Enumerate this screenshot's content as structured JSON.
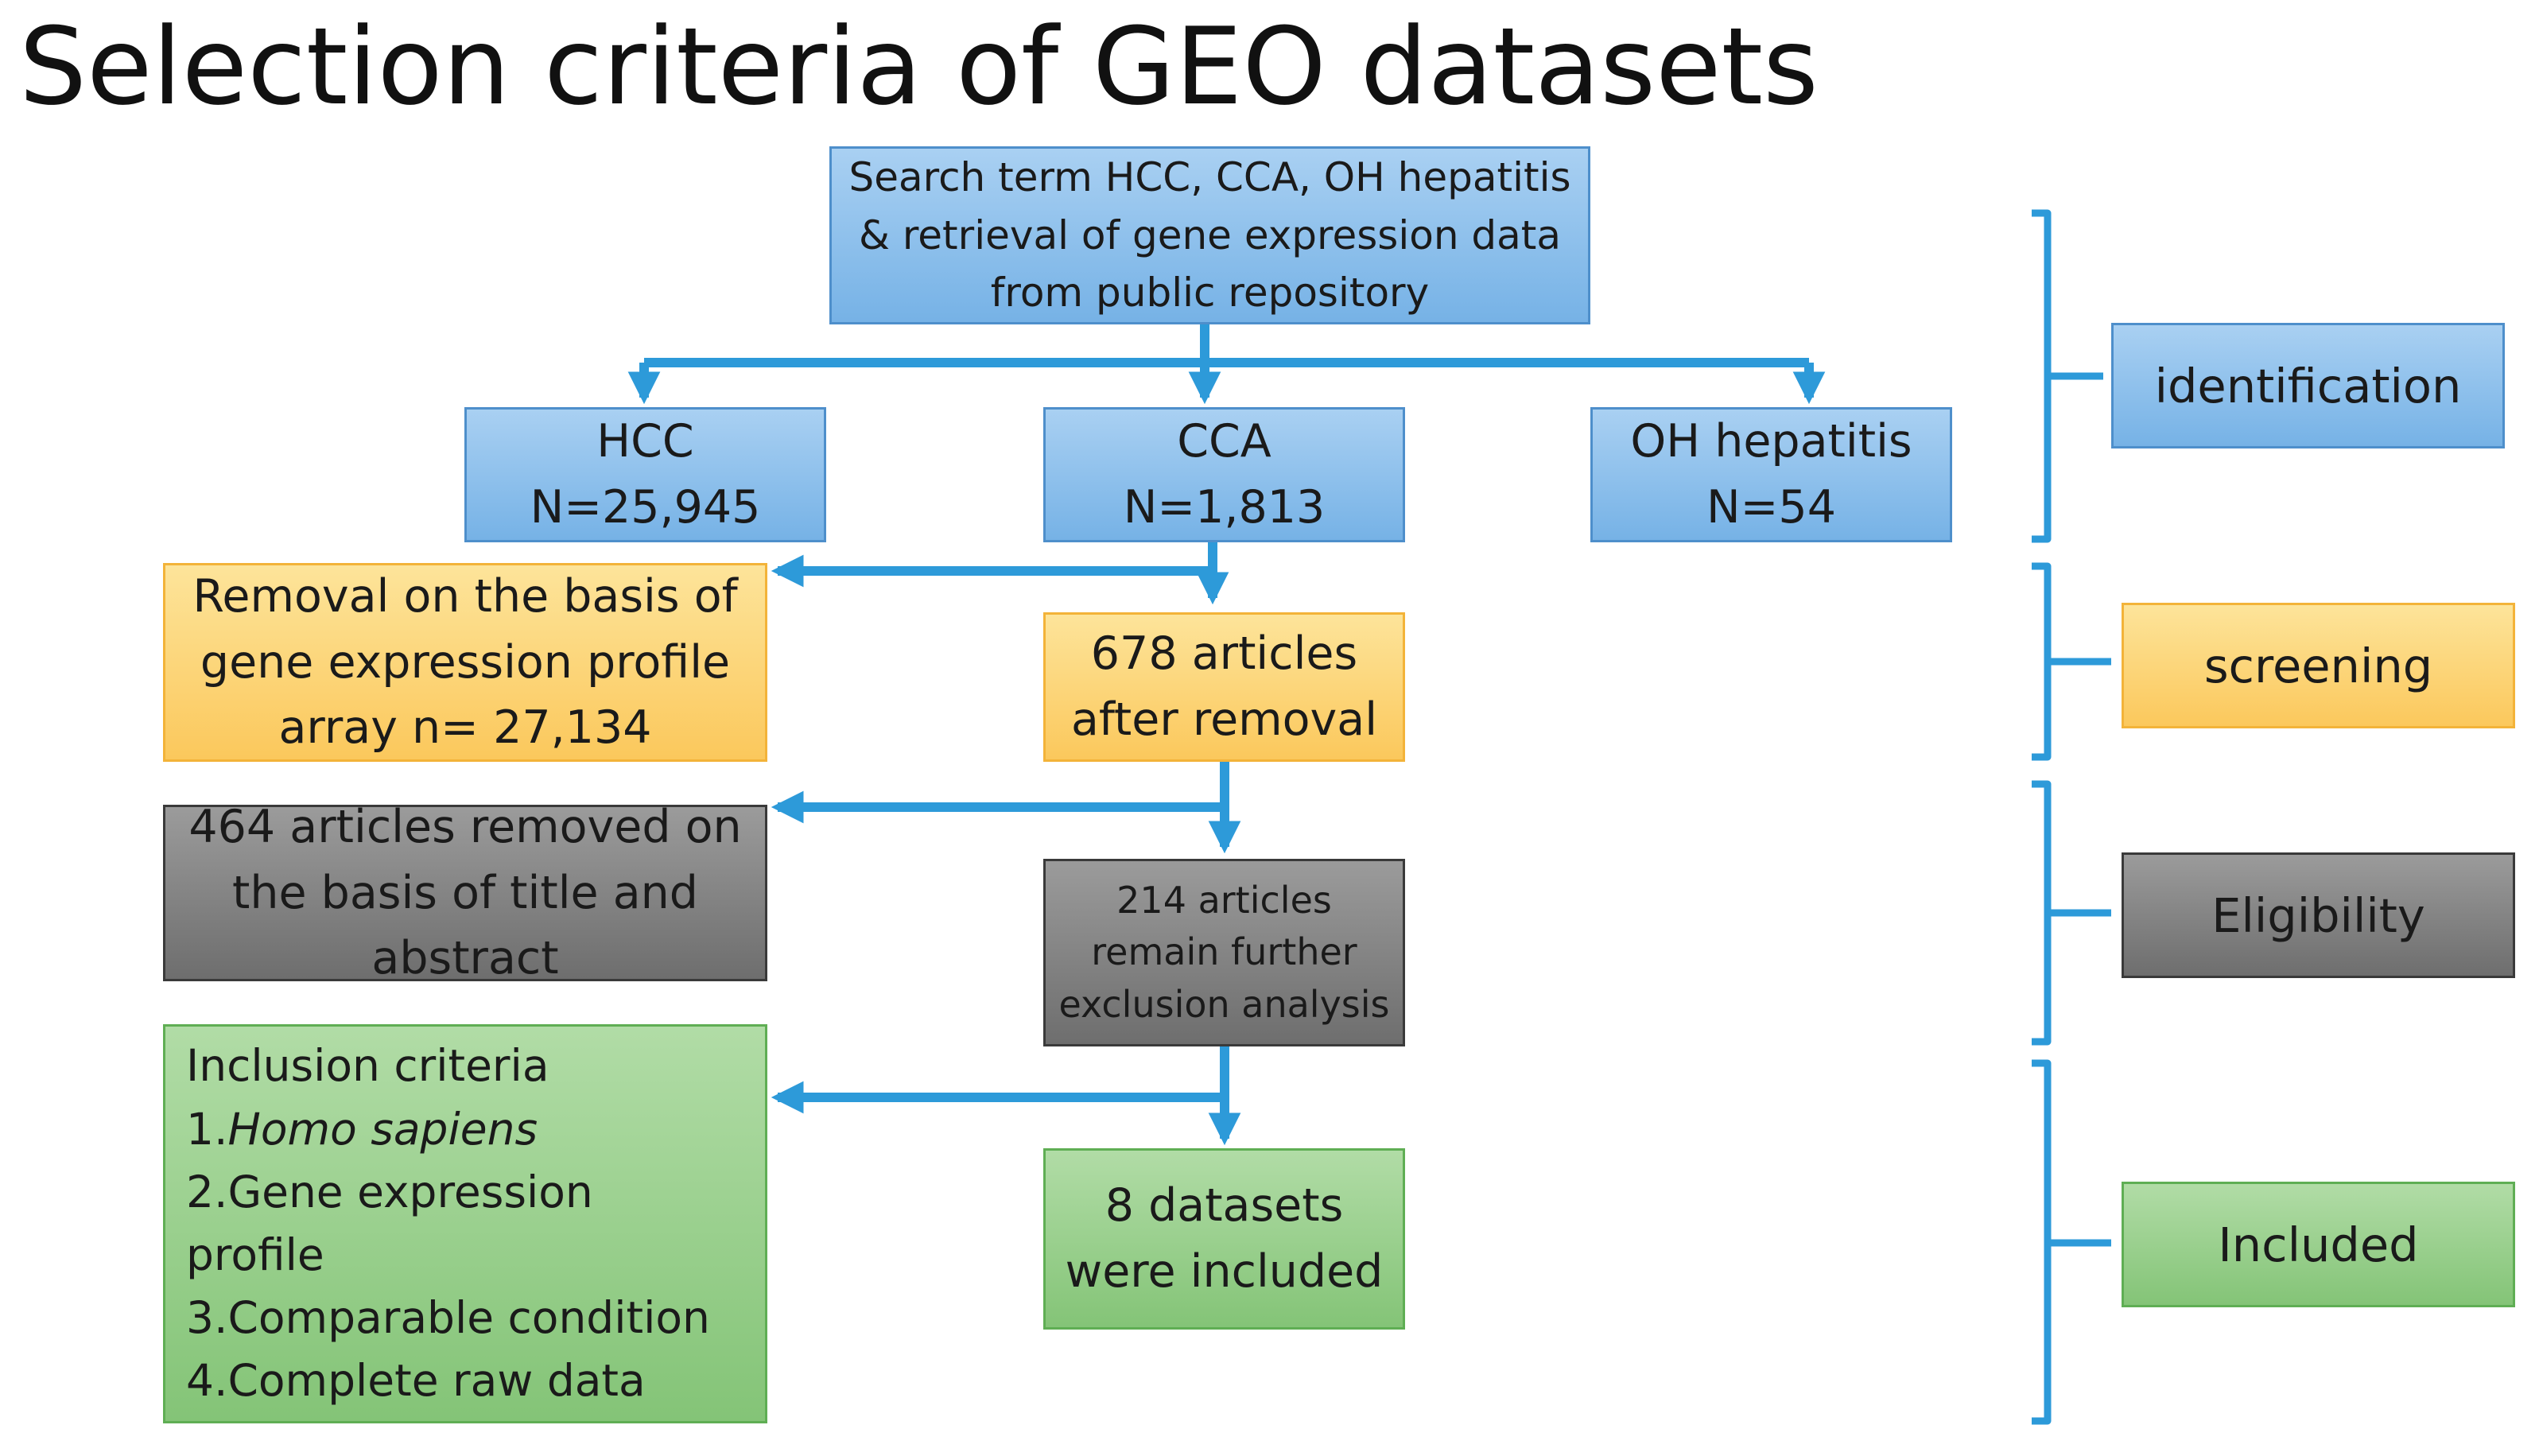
{
  "title": "Selection criteria of GEO datasets",
  "search_box": {
    "lines": [
      "Search term HCC, CCA, OH hepatitis",
      "& retrieval of gene expression data",
      "from public repository"
    ]
  },
  "hcc": {
    "name": "HCC",
    "count": "N=25,945"
  },
  "cca": {
    "name": "CCA",
    "count": "N=1,813"
  },
  "oh": {
    "name": "OH hepatitis",
    "count": "N=54"
  },
  "removal_box": {
    "lines": [
      "Removal on the basis of",
      "gene expression profile",
      "array n= 27,134"
    ]
  },
  "after_removal_box": {
    "lines": [
      "678 articles",
      "after removal"
    ]
  },
  "removed_title_box": {
    "lines": [
      "464 articles removed on",
      "the basis of title and",
      "abstract"
    ]
  },
  "remain_box": {
    "lines": [
      "214 articles",
      "remain further",
      "exclusion analysis"
    ]
  },
  "inclusion_box": {
    "heading": "Inclusion criteria",
    "items": [
      {
        "num": "1.",
        "text": "Homo sapiens"
      },
      {
        "num": "2.",
        "text": "Gene expression"
      },
      {
        "num": "",
        "text": "profile"
      },
      {
        "num": "3.",
        "text": "Comparable condition"
      },
      {
        "num": "4.",
        "text": "Complete raw data"
      }
    ]
  },
  "included_box": {
    "lines": [
      "8 datasets",
      "were included"
    ]
  },
  "stages": {
    "identification": "identification",
    "screening": "screening",
    "eligibility": "Eligibility",
    "included": "Included"
  },
  "colors": {
    "connector": "#2d9ad9",
    "blue_fill": "#8cc0ec",
    "orange_fill": "#fcd175",
    "gray_fill": "#808080",
    "green_fill": "#96ce8a"
  }
}
